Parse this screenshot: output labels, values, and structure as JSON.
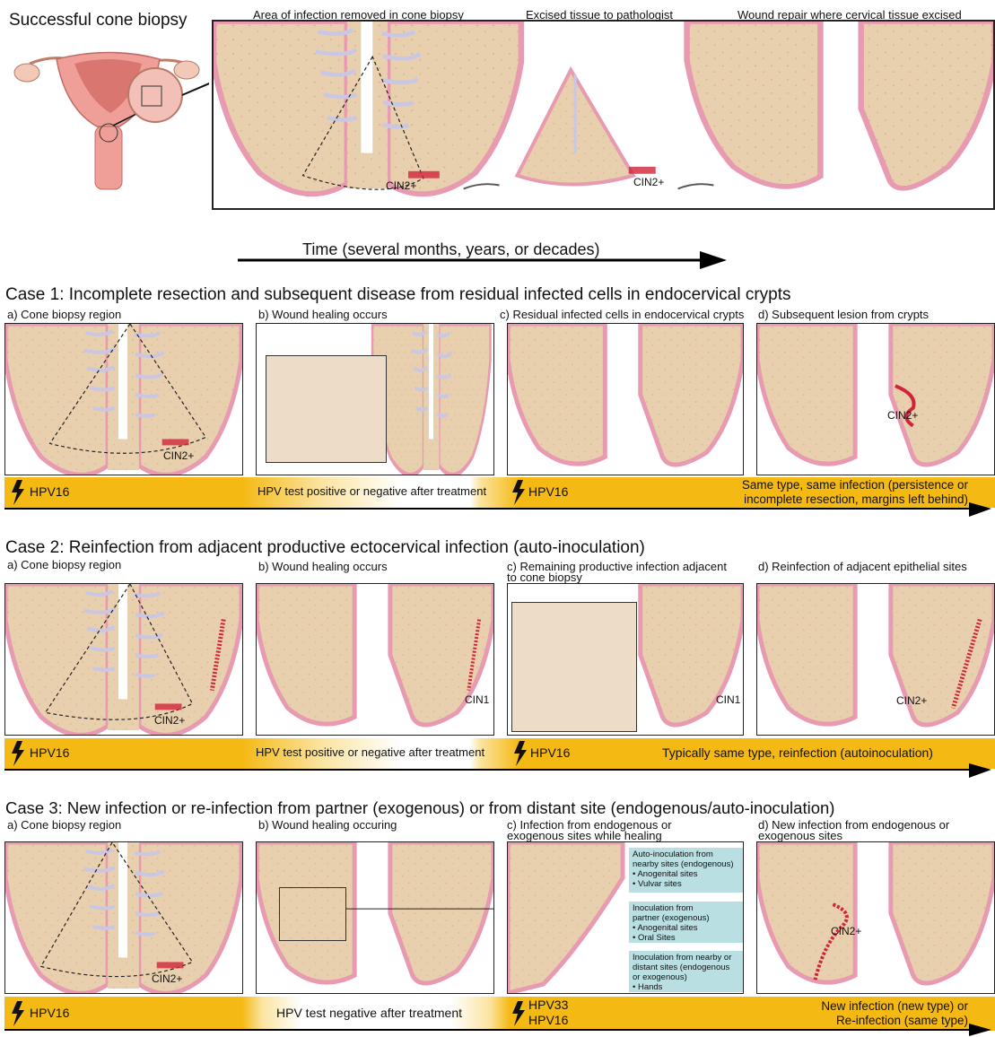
{
  "top": {
    "title": "Successful cone biopsy",
    "panel_caption_1": "Area of infection removed in cone biopsy",
    "panel_caption_2": "Excised tissue to pathologist",
    "panel_caption_3": "Wound repair where cervical tissue excised",
    "cin_label_1": "CIN2+",
    "cin_label_2": "CIN2+"
  },
  "timeline": {
    "label": "Time (several months, years, or decades)"
  },
  "case1": {
    "title": "Case 1: Incomplete resection and subsequent disease from residual infected cells in endocervical crypts",
    "cap_a": "a) Cone biopsy region",
    "cap_b": "b) Wound healing occurs",
    "cap_c": "c) Residual infected cells in endocervical crypts",
    "cap_d": "d) Subsequent lesion from crypts",
    "cin_a": "CIN2+",
    "cin_d": "CIN2+",
    "bar": {
      "hpv_left": "HPV16",
      "middle": "HPV test positive or negative after treatment",
      "hpv_right": "HPV16",
      "note_line1": "Same type, same infection (persistence or",
      "note_line2": "incomplete resection, margins left behind)"
    }
  },
  "case2": {
    "title": "Case 2: Reinfection from adjacent productive ectocervical infection (auto-inoculation)",
    "cap_a": "a) Cone biopsy region",
    "cap_b": "b) Wound healing occurs",
    "cap_c_line1": "c) Remaining productive infection adjacent",
    "cap_c_line2": "to cone biopsy",
    "cap_d": "d) Reinfection of adjacent epithelial sites",
    "cin_a": "CIN2+",
    "cin_b": "CIN1",
    "cin_c": "CIN1",
    "cin_d": "CIN2+",
    "bar": {
      "hpv_left": "HPV16",
      "middle": "HPV test positive or negative after treatment",
      "hpv_right": "HPV16",
      "note": "Typically same type, reinfection (autoinoculation)"
    }
  },
  "case3": {
    "title": "Case 3: New infection or re-infection from partner (exogenous) or from distant site (endogenous/auto-inoculation)",
    "cap_a": "a) Cone biopsy region",
    "cap_b": "b) Wound healing occuring",
    "cap_c_line1": "c) Infection from endogenous or",
    "cap_c_line2": "exogenous sites while healing",
    "cap_d_line1": "d) New infection from endogenous or",
    "cap_d_line2": "exogenous sites",
    "cin_a": "CIN2+",
    "cin_d": "CIN2+",
    "callout1": [
      "Auto-inoculation from",
      "nearby sites (endogenous)",
      "• Anogenital sites",
      "• Vulvar sites"
    ],
    "callout2": [
      "Inoculation from",
      "partner (exogenous)",
      "• Anogenital sites",
      "• Oral Sites"
    ],
    "callout3": [
      "Inoculation from nearby or",
      "distant sites (endogenous",
      "or exogenous)",
      "• Hands"
    ],
    "bar": {
      "hpv_left": "HPV16",
      "middle": "HPV test negative after treatment",
      "hpv_right_1": "HPV33",
      "hpv_right_2": "HPV16",
      "note_line1": "New infection (new type) or",
      "note_line2": "Re-infection (same type)"
    }
  },
  "colors": {
    "tissue": "#e8cfae",
    "epithelium": "#e79ab0",
    "crypt": "#c9c7e6",
    "bar": "#f5b914",
    "lesion": "#d2233a"
  }
}
